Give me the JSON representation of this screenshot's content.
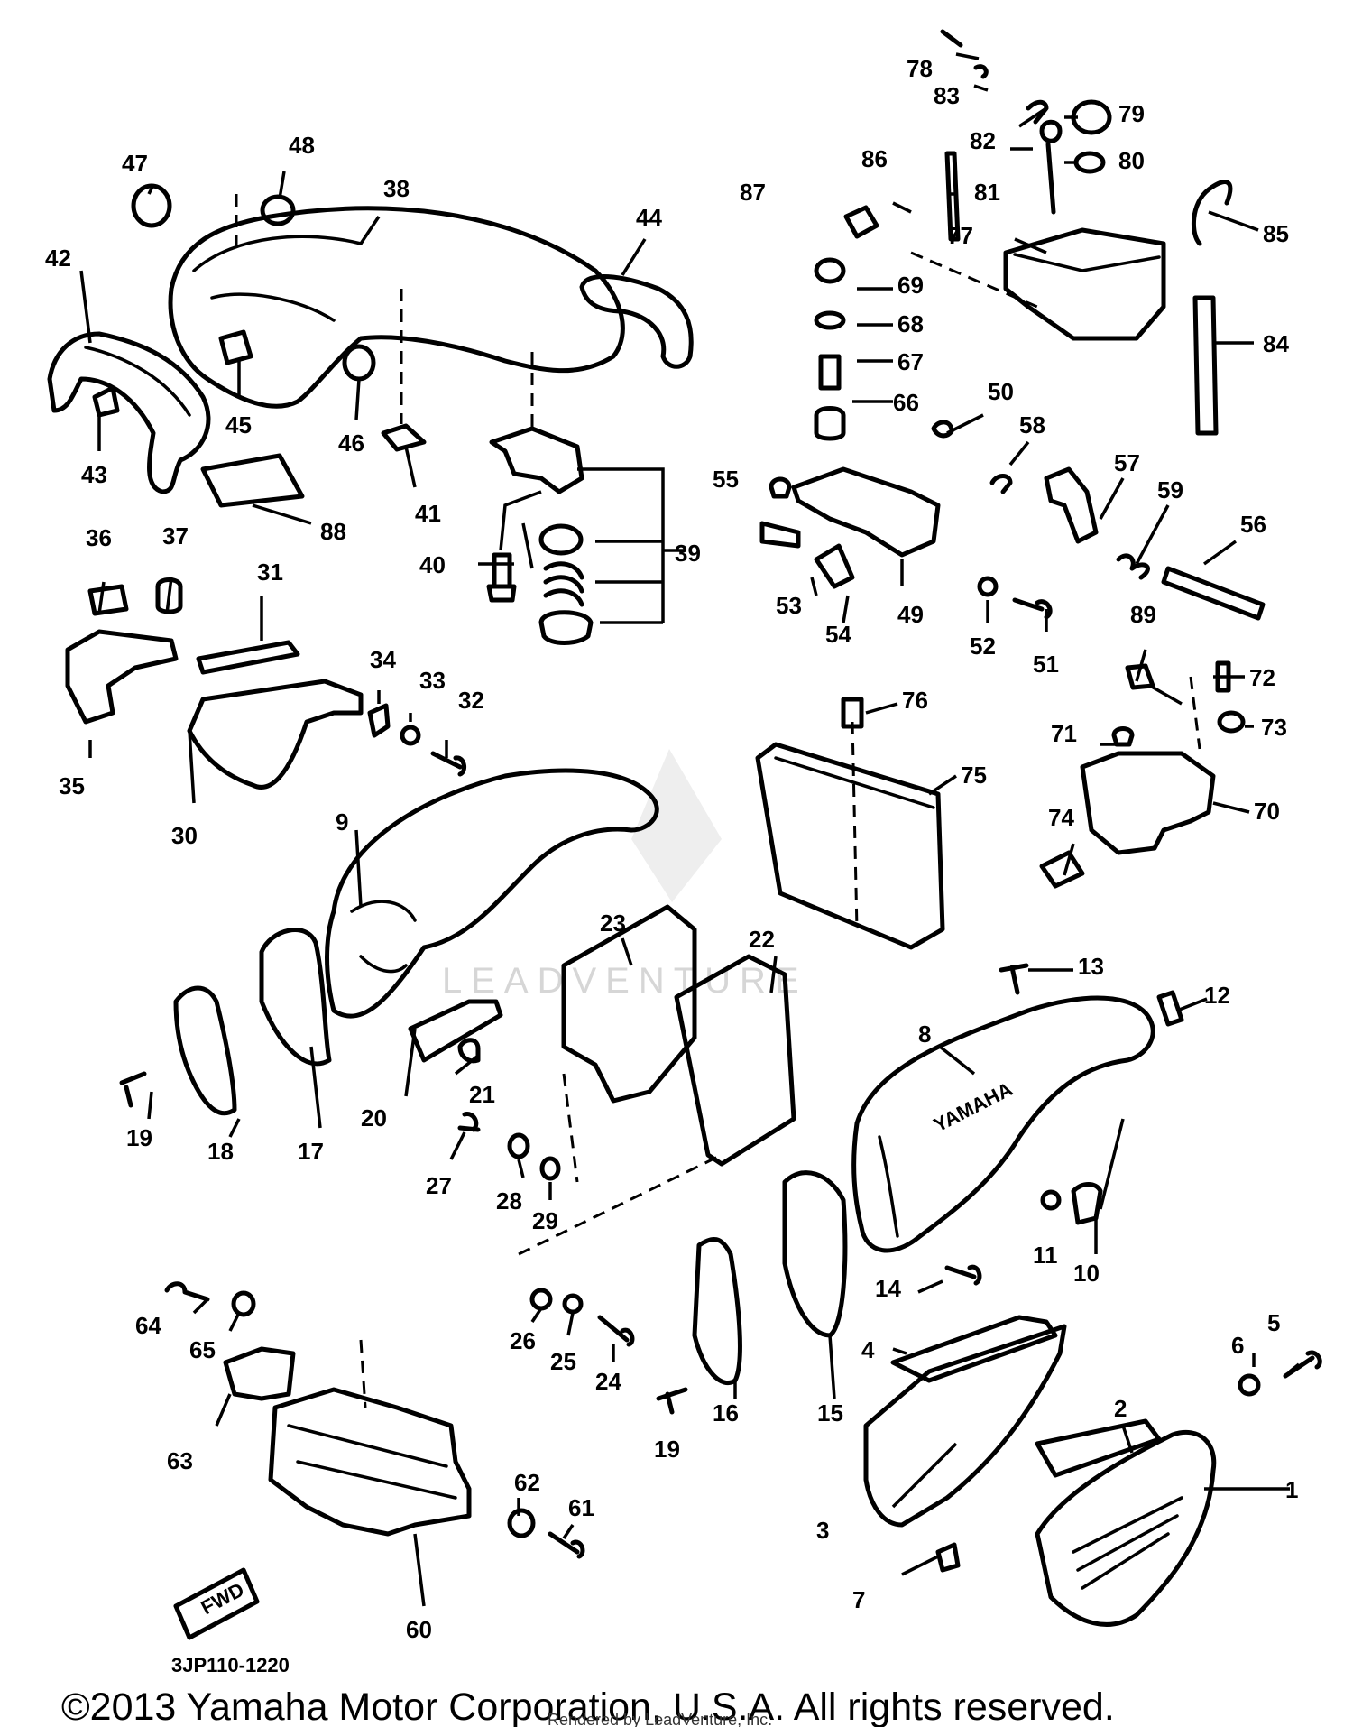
{
  "diagram": {
    "part_numbers": [
      "1",
      "2",
      "3",
      "4",
      "5",
      "6",
      "7",
      "8",
      "9",
      "10",
      "11",
      "12",
      "13",
      "14",
      "15",
      "16",
      "17",
      "18",
      "19",
      "19",
      "20",
      "21",
      "22",
      "23",
      "24",
      "25",
      "26",
      "27",
      "28",
      "29",
      "30",
      "31",
      "32",
      "33",
      "34",
      "35",
      "36",
      "37",
      "38",
      "39",
      "40",
      "41",
      "42",
      "43",
      "44",
      "45",
      "46",
      "47",
      "48",
      "49",
      "50",
      "51",
      "52",
      "53",
      "54",
      "55",
      "56",
      "57",
      "58",
      "59",
      "60",
      "61",
      "62",
      "63",
      "64",
      "65",
      "66",
      "67",
      "68",
      "69",
      "70",
      "71",
      "72",
      "73",
      "74",
      "75",
      "76",
      "77",
      "78",
      "79",
      "80",
      "81",
      "82",
      "83",
      "84",
      "85",
      "86",
      "87",
      "88",
      "89"
    ],
    "fwd_label": "FWD",
    "logo_text": "YAMAHA",
    "diagram_code": "3JP110-1220",
    "watermark": "LEADVENTURE"
  },
  "footer": {
    "copyright": "©2013 Yamaha Motor Corporation, U.S.A. All rights reserved.",
    "rendered_by": "Rendered by LeadVenture, Inc."
  }
}
